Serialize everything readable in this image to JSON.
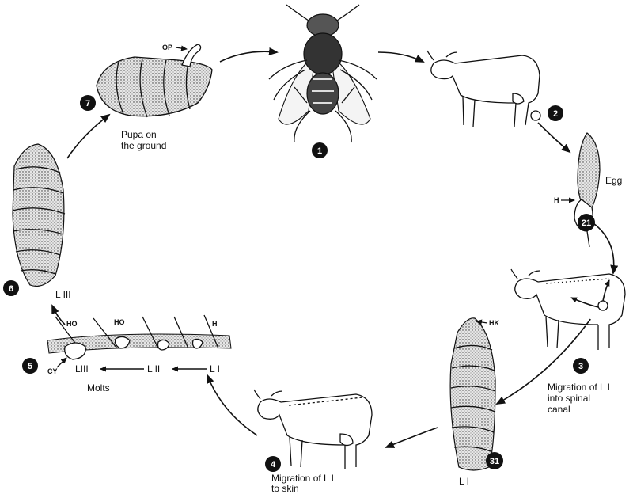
{
  "stage_numbers": {
    "s1": "1",
    "s2": "2",
    "s21": "21",
    "s3": "3",
    "s31": "31",
    "s4": "4",
    "s5": "5",
    "s6": "6",
    "s7": "7"
  },
  "labels": {
    "op": "OP",
    "pupa_line1": "Pupa on",
    "pupa_line2": "the ground",
    "egg": "Egg",
    "h_egg": "H",
    "hk": "HK",
    "migration_spinal_1": "Migration of L I",
    "migration_spinal_2": "into spinal",
    "migration_spinal_3": "canal",
    "l1_larva": "L I",
    "migration_skin_1": "Migration of L I",
    "migration_skin_2": "to skin",
    "molts": "Molts",
    "ho_1": "HO",
    "ho_2": "HO",
    "h_skin": "H",
    "cy": "CY",
    "liii_skin": "LIII",
    "lii_skin": "L II",
    "li_skin": "L I",
    "liii_larva": "L III"
  }
}
